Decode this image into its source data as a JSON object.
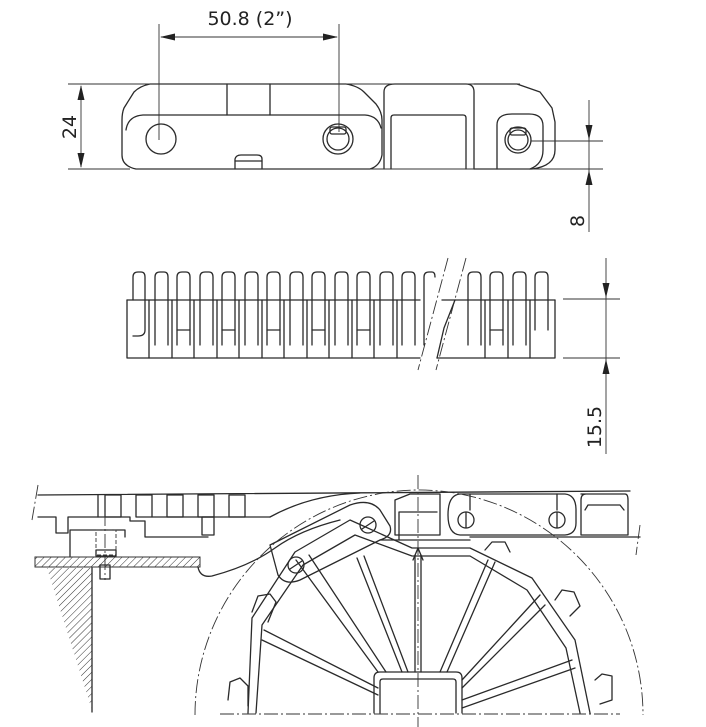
{
  "drawing": {
    "title": "Modular belt module with sprocket engagement",
    "views": [
      "side-view-module",
      "top-view-module",
      "sprocket-transfer-view"
    ]
  },
  "dimensions": {
    "pitch": "50.8  (2”)",
    "height": "24",
    "hinge_offset": "8",
    "finger_depth": "15.5"
  },
  "colors": {
    "line": "#2a2a2a",
    "background": "#ffffff"
  }
}
